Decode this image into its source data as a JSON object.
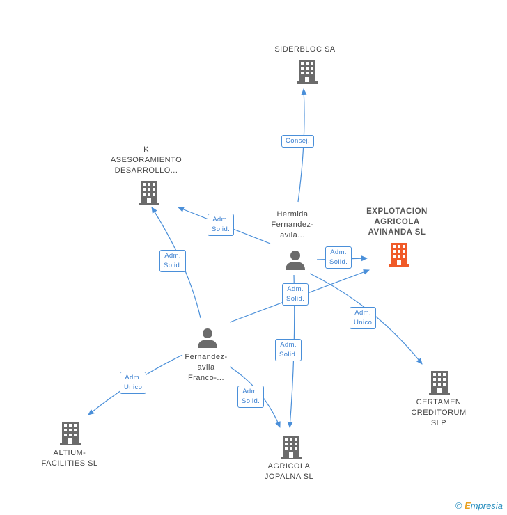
{
  "nodes": {
    "siderbloc": {
      "label": "SIDERBLOC SA",
      "color": "#666666"
    },
    "k_asesoramiento": {
      "label_lines": [
        "K",
        "ASESORAMIENTO",
        "DESARROLLO..."
      ],
      "color": "#666666"
    },
    "hermida": {
      "label_lines": [
        "Hermida",
        "Fernandez-",
        "avila..."
      ],
      "color": "#666666"
    },
    "explotacion": {
      "label_lines": [
        "EXPLOTACION",
        "AGRICOLA",
        "AVINANDA SL"
      ],
      "color": "#f05a28"
    },
    "fernandez": {
      "label_lines": [
        "Fernandez-",
        "avila",
        "Franco-..."
      ],
      "color": "#666666"
    },
    "certamen": {
      "label_lines": [
        "CERTAMEN",
        "CREDITORUM",
        "SLP"
      ],
      "color": "#666666"
    },
    "altium": {
      "label_lines": [
        "ALTIUM-",
        "FACILITIES SL"
      ],
      "color": "#666666"
    },
    "agricola": {
      "label_lines": [
        "AGRICOLA",
        "JOPALNA SL"
      ],
      "color": "#666666"
    }
  },
  "edges": [
    {
      "id": "hermida-siderbloc",
      "lines": [
        "Consej."
      ]
    },
    {
      "id": "hermida-k",
      "lines": [
        "Adm.",
        "Solid."
      ]
    },
    {
      "id": "hermida-explotacion",
      "lines": [
        "Adm.",
        "Solid."
      ]
    },
    {
      "id": "fernandez-explotacion",
      "lines": [
        "Adm.",
        "Solid."
      ]
    },
    {
      "id": "hermida-certamen",
      "lines": [
        "Adm.",
        "Unico"
      ]
    },
    {
      "id": "hermida-agricola",
      "lines": [
        "Adm.",
        "Solid."
      ]
    },
    {
      "id": "fernandez-k",
      "lines": [
        "Adm.",
        "Solid."
      ]
    },
    {
      "id": "fernandez-altium",
      "lines": [
        "Adm.",
        "Unico"
      ]
    },
    {
      "id": "fernandez-agricola",
      "lines": [
        "Adm.",
        "Solid."
      ]
    }
  ],
  "footer": {
    "copyright": "©",
    "brand_first": "E",
    "brand_rest": "mpresia"
  },
  "colors": {
    "edge": "#4a8fd9",
    "node": "#666666",
    "highlight": "#f05a28"
  }
}
